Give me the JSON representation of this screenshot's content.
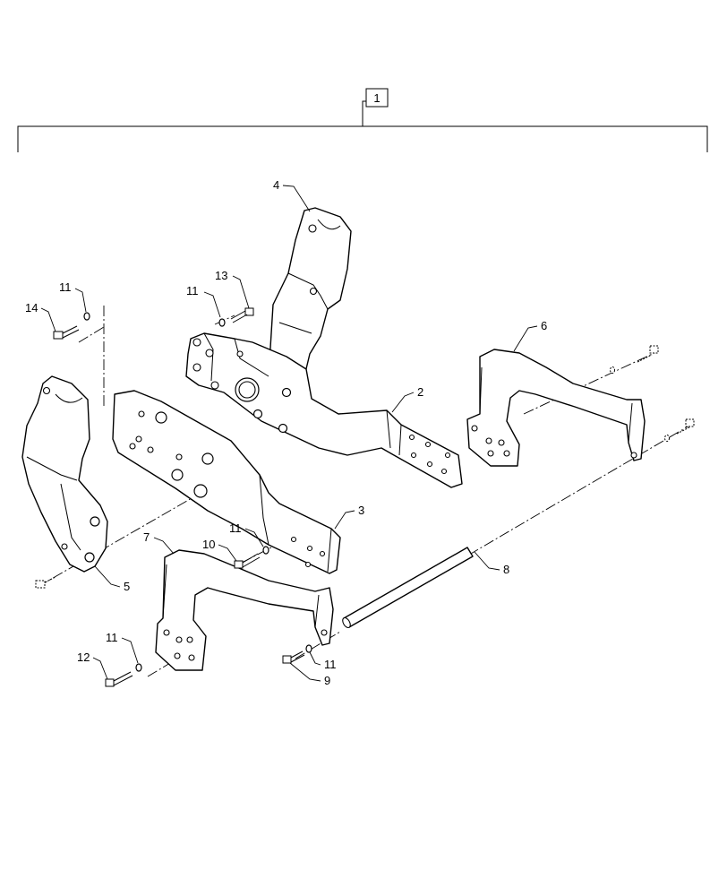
{
  "assembly_callout": "1",
  "callouts": [
    {
      "id": "c2",
      "label": "2"
    },
    {
      "id": "c3",
      "label": "3"
    },
    {
      "id": "c4",
      "label": "4"
    },
    {
      "id": "c5",
      "label": "5"
    },
    {
      "id": "c6",
      "label": "6"
    },
    {
      "id": "c7",
      "label": "7"
    },
    {
      "id": "c8",
      "label": "8"
    },
    {
      "id": "c9",
      "label": "9"
    },
    {
      "id": "c10",
      "label": "10"
    },
    {
      "id": "c11a",
      "label": "11"
    },
    {
      "id": "c11b",
      "label": "11"
    },
    {
      "id": "c11c",
      "label": "11"
    },
    {
      "id": "c11d",
      "label": "11"
    },
    {
      "id": "c11e",
      "label": "11"
    },
    {
      "id": "c12",
      "label": "12"
    },
    {
      "id": "c13",
      "label": "13"
    },
    {
      "id": "c14",
      "label": "14"
    }
  ]
}
